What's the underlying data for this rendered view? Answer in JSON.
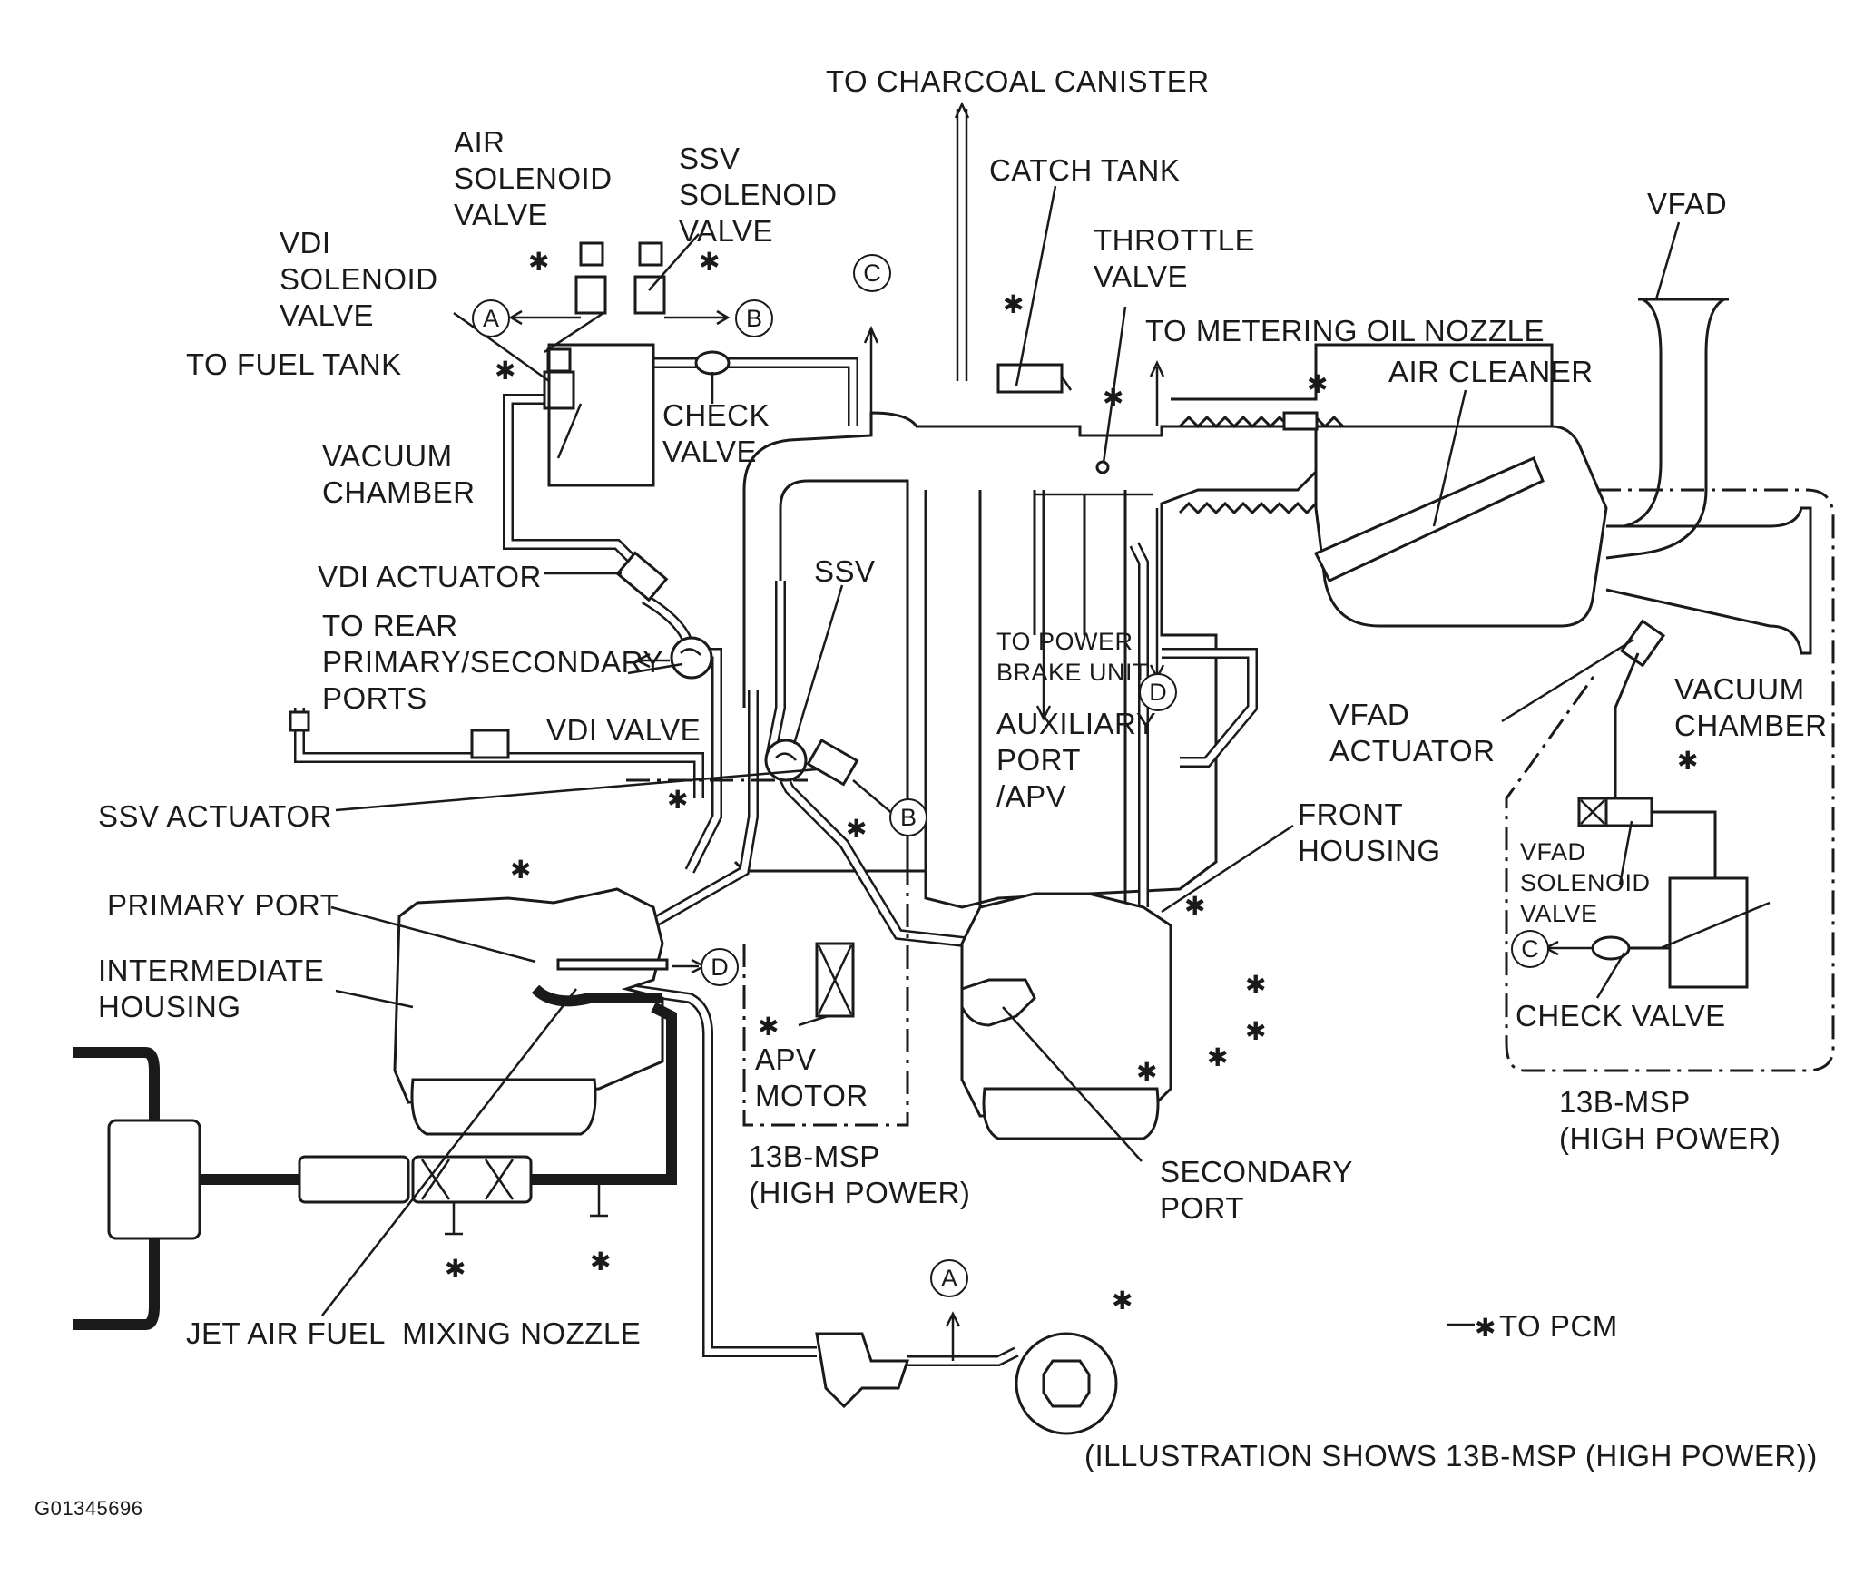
{
  "labels": {
    "to_charcoal_canister": "TO CHARCOAL CANISTER",
    "catch_tank": "CATCH TANK",
    "air_solenoid_valve": "AIR\nSOLENOID\nVALVE",
    "ssv_solenoid_valve": "SSV\nSOLENOID\nVALVE",
    "vdi_solenoid_valve": "VDI\nSOLENOID\nVALVE",
    "to_fuel_tank": "TO FUEL TANK",
    "vacuum_chamber": "VACUUM\nCHAMBER",
    "check_valve_upper": "CHECK\nVALVE",
    "throttle_valve": "THROTTLE\nVALVE",
    "to_metering_oil_nozzle": "TO METERING OIL NOZZLE",
    "air_cleaner": "AIR CLEANER",
    "vfad": "VFAD",
    "vdi_actuator": "VDI ACTUATOR",
    "to_rear_ports": "TO REAR\nPRIMARY/SECONDARY\nPORTS",
    "vdi_valve": "VDI VALVE",
    "ssv": "SSV",
    "to_power_brake_unit": "TO POWER\nBRAKE UNIT",
    "auxiliary_port_apv": "AUXILIARY\nPORT\n/APV",
    "vfad_actuator": "VFAD\nACTUATOR",
    "vacuum_chamber_right": "VACUUM\nCHAMBER",
    "ssv_actuator": "SSV ACTUATOR",
    "front_housing": "FRONT\nHOUSING",
    "vfad_solenoid_valve": "VFAD\nSOLENOID\nVALVE",
    "primary_port": "PRIMARY PORT",
    "intermediate_housing": "INTERMEDIATE\nHOUSING",
    "check_valve_right": "CHECK VALVE",
    "apv_motor": "APV\nMOTOR",
    "msp_high_power_center": "13B-MSP\n(HIGH POWER)",
    "msp_high_power_right": "13B-MSP\n(HIGH POWER)",
    "secondary_port": "SECONDARY\nPORT",
    "jet_air_fuel_mixing_nozzle": "JET AIR FUEL  MIXING NOZZLE",
    "to_pcm": "TO PCM",
    "illustration_note": "(ILLUSTRATION SHOWS 13B-MSP (HIGH POWER))",
    "figure_code": "G01345696"
  },
  "callouts": {
    "a": "A",
    "b": "B",
    "c": "C",
    "d": "D"
  },
  "symbols": {
    "pcm_star": "✱"
  }
}
